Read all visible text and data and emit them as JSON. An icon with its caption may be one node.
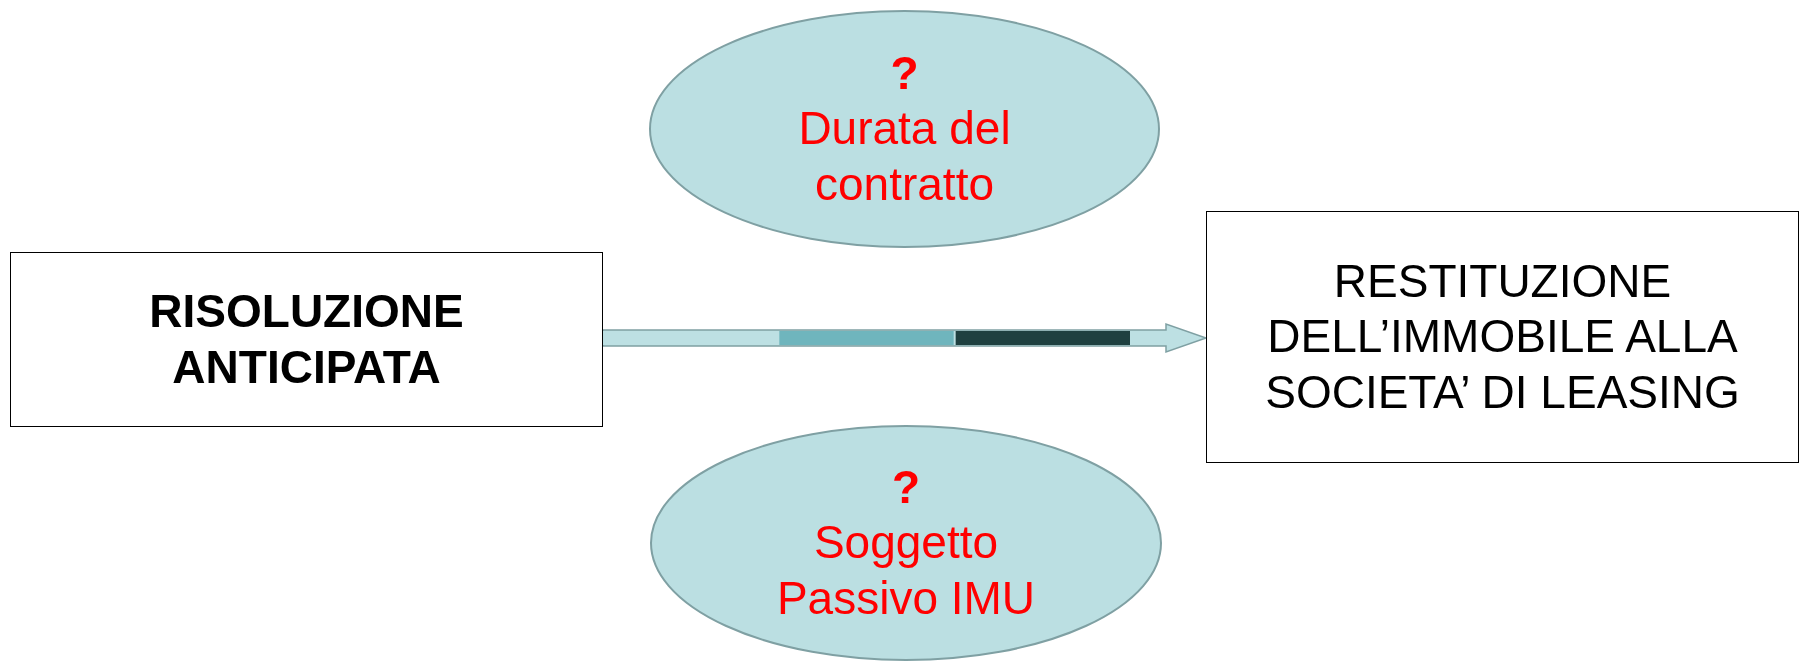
{
  "diagram": {
    "nodes": [
      {
        "text": [
          "?",
          "Durata del contratto"
        ]
      },
      {
        "text": [
          "RISOLUZIONE ANTICIPATA"
        ]
      },
      {
        "text": [
          "RESTITUZIONE DELL’IMMOBILE ALLA SOCIETA’ DI LEASING"
        ]
      },
      {
        "text": [
          "?",
          "Soggetto Passivo IMU"
        ]
      }
    ],
    "edges": [
      {
        "from": 1,
        "to": 2,
        "arrow": "to"
      }
    ]
  }
}
